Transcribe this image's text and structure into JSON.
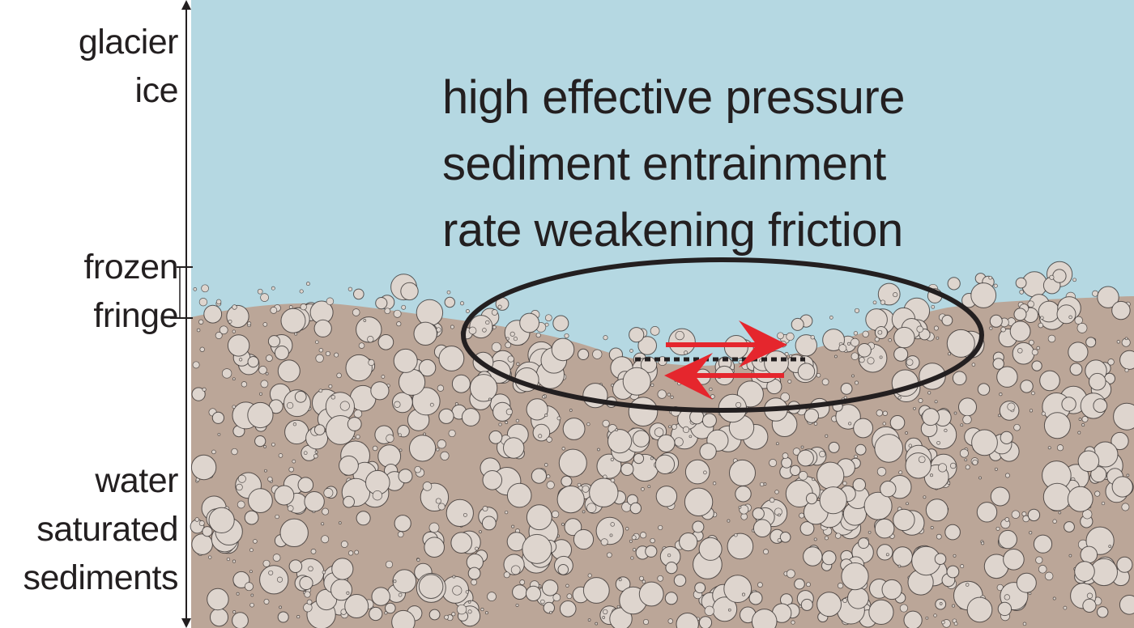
{
  "labels": {
    "glacier_ice": [
      "glacier",
      "ice"
    ],
    "frozen_fringe": [
      "frozen",
      "fringe"
    ],
    "sediments": [
      "water",
      "saturated",
      "sediments"
    ]
  },
  "callout": [
    "high effective pressure",
    "sediment entrainment",
    "rate weakening friction"
  ],
  "colors": {
    "ice": "#b5d8e2",
    "sediment": "#bba698",
    "clast_fill": "#ded5ce",
    "clast_stroke": "#231f20",
    "arrow": "#e5262d",
    "ellipse": "#231f20",
    "text": "#231f20"
  },
  "icons": {
    "slip_arrows": "opposing-shear-arrows",
    "slip_plane": "dotted-slip-line"
  }
}
